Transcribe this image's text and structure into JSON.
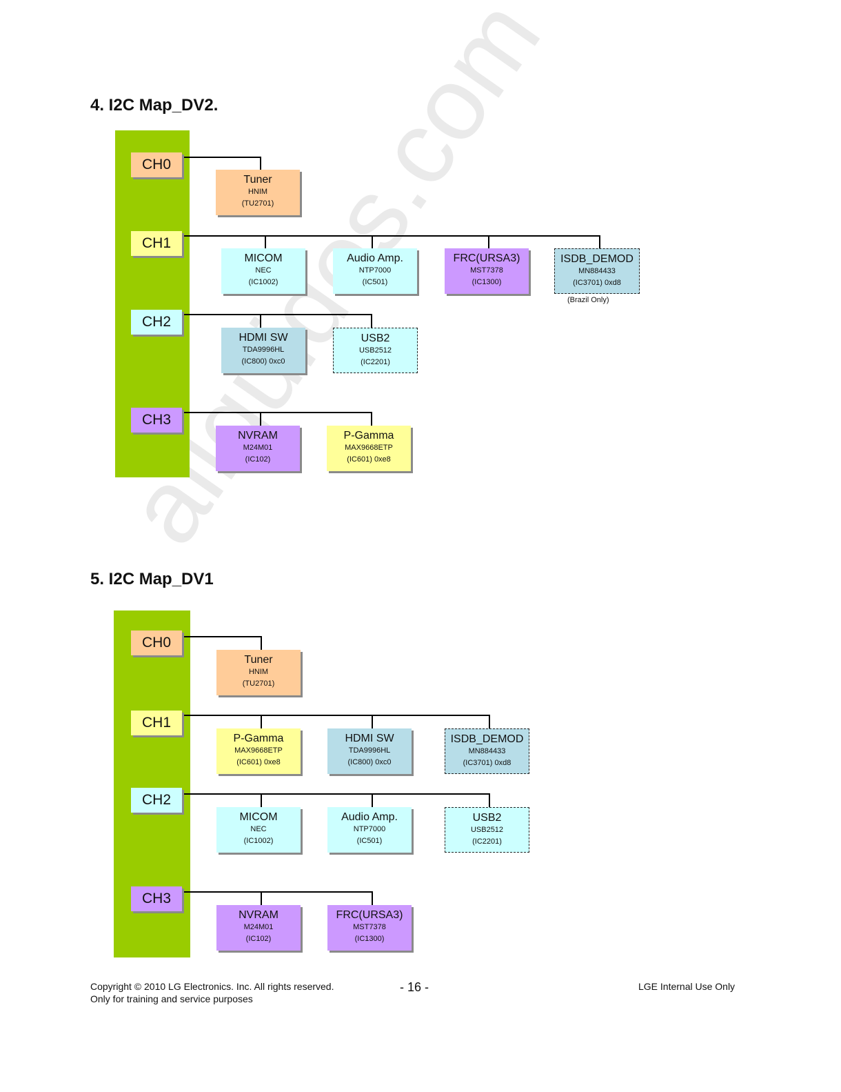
{
  "sections": [
    {
      "title": "4. I2C Map_DV2.",
      "channels": [
        {
          "label": "CH0",
          "color": "#ffcc99"
        },
        {
          "label": "CH1",
          "color": "#ffff99"
        },
        {
          "label": "CH2",
          "color": "#ccffff"
        },
        {
          "label": "CH3",
          "color": "#cc99ff"
        }
      ],
      "devices": [
        {
          "channel": "CH0",
          "name": "Tuner",
          "part": "HNIM",
          "ref": "(TU2701)",
          "color": "#ffcc99",
          "dashed": false
        },
        {
          "channel": "CH1",
          "name": "MICOM",
          "part": "NEC",
          "ref": "(IC1002)",
          "color": "#ccffff",
          "dashed": false
        },
        {
          "channel": "CH1",
          "name": "Audio Amp.",
          "part": "NTP7000",
          "ref": "(IC501)",
          "color": "#ccffff",
          "dashed": false
        },
        {
          "channel": "CH1",
          "name": "FRC(URSA3)",
          "part": "MST7378",
          "ref": "(IC1300)",
          "color": "#cc99ff",
          "dashed": false
        },
        {
          "channel": "CH1",
          "name": "ISDB_DEMOD",
          "part": "MN884433",
          "ref": "(IC3701) 0xd8",
          "color": "#b7dde8",
          "dashed": true,
          "note": "(Brazil Only)"
        },
        {
          "channel": "CH2",
          "name": "HDMI SW",
          "part": "TDA9996HL",
          "ref": "(IC800) 0xc0",
          "color": "#b7dde8",
          "dashed": false
        },
        {
          "channel": "CH2",
          "name": "USB2",
          "part": "USB2512",
          "ref": "(IC2201)",
          "color": "#ccffff",
          "dashed": true
        },
        {
          "channel": "CH3",
          "name": "NVRAM",
          "part": "M24M01",
          "ref": "(IC102)",
          "color": "#cc99ff",
          "dashed": false
        },
        {
          "channel": "CH3",
          "name": "P-Gamma",
          "part": "MAX9668ETP",
          "ref": "(IC601) 0xe8",
          "color": "#ffff99",
          "dashed": false
        }
      ]
    },
    {
      "title": "5. I2C Map_DV1",
      "channels": [
        {
          "label": "CH0",
          "color": "#ffcc99"
        },
        {
          "label": "CH1",
          "color": "#ffff99"
        },
        {
          "label": "CH2",
          "color": "#ccffff"
        },
        {
          "label": "CH3",
          "color": "#cc99ff"
        }
      ],
      "devices": [
        {
          "channel": "CH0",
          "name": "Tuner",
          "part": "HNIM",
          "ref": "(TU2701)",
          "color": "#ffcc99",
          "dashed": false
        },
        {
          "channel": "CH1",
          "name": "P-Gamma",
          "part": "MAX9668ETP",
          "ref": "(IC601) 0xe8",
          "color": "#ffff99",
          "dashed": false
        },
        {
          "channel": "CH1",
          "name": "HDMI SW",
          "part": "TDA9996HL",
          "ref": "(IC800) 0xc0",
          "color": "#b7dde8",
          "dashed": false
        },
        {
          "channel": "CH1",
          "name": "ISDB_DEMOD",
          "part": "MN884433",
          "ref": "(IC3701) 0xd8",
          "color": "#b7dde8",
          "dashed": true
        },
        {
          "channel": "CH2",
          "name": "MICOM",
          "part": "NEC",
          "ref": "(IC1002)",
          "color": "#ccffff",
          "dashed": false
        },
        {
          "channel": "CH2",
          "name": "Audio Amp.",
          "part": "NTP7000",
          "ref": "(IC501)",
          "color": "#ccffff",
          "dashed": false
        },
        {
          "channel": "CH2",
          "name": "USB2",
          "part": "USB2512",
          "ref": "(IC2201)",
          "color": "#ccffff",
          "dashed": true
        },
        {
          "channel": "CH3",
          "name": "NVRAM",
          "part": "M24M01",
          "ref": "(IC102)",
          "color": "#cc99ff",
          "dashed": false
        },
        {
          "channel": "CH3",
          "name": "FRC(URSA3)",
          "part": "MST7378",
          "ref": "(IC1300)",
          "color": "#cc99ff",
          "dashed": false
        }
      ]
    }
  ],
  "footer": {
    "copyright": "Copyright © 2010 LG Electronics. Inc. All rights reserved.",
    "purpose": "Only for training and service purposes",
    "page": "- 16 -",
    "right": "LGE Internal Use Only"
  },
  "watermark": "allguides.com"
}
